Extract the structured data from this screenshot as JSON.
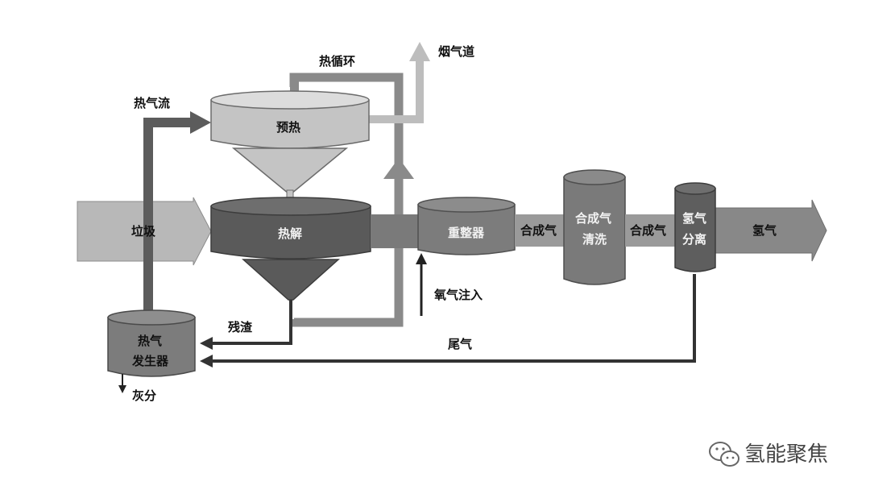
{
  "labels": {
    "heat_cycle": "热循环",
    "flue": "烟气道",
    "hot_gas_flow": "热气流",
    "preheat": "预热",
    "garbage": "垃圾",
    "pyrolysis": "热解",
    "reformer": "重整器",
    "syngas_1": "合成气",
    "syngas_clean_1": "合成气",
    "syngas_clean_2": "清洗",
    "syngas_2": "合成气",
    "h2_sep_1": "氢气",
    "h2_sep_2": "分离",
    "hydrogen": "氢气",
    "oxygen_injection": "氧气注入",
    "residue": "残渣",
    "tail_gas": "尾气",
    "hot_gas_gen_1": "热气",
    "hot_gas_gen_2": "发生器",
    "ash": "灰分"
  },
  "watermark": {
    "text": "氢能聚焦",
    "icon": "wechat-icon"
  }
}
